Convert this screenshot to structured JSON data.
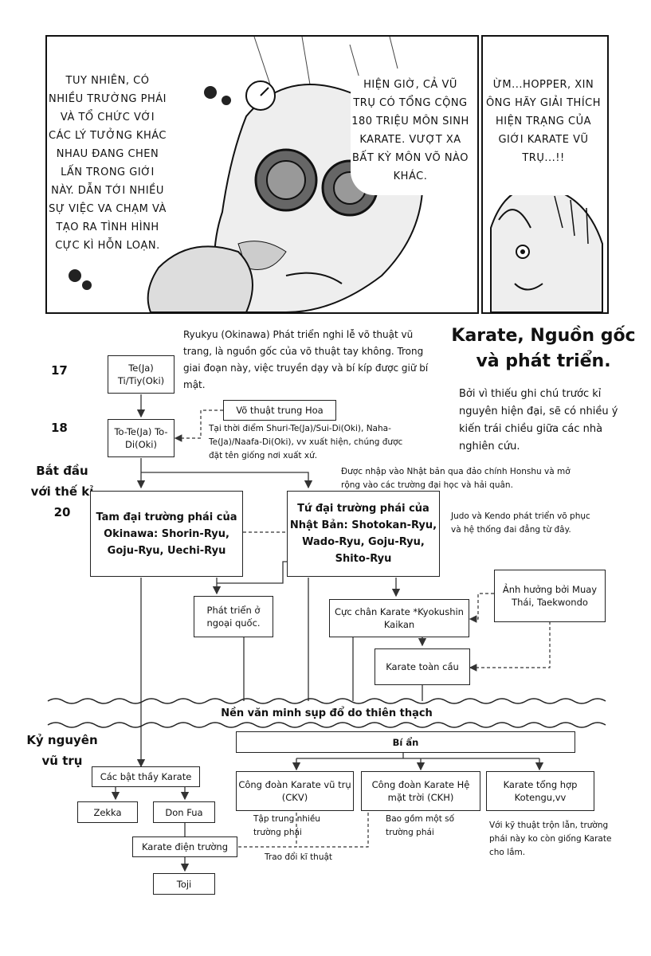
{
  "bubbles": {
    "left": "TUY NHIÊN, CÓ NHIỀU TRƯỜNG PHÁI VÀ TỔ CHỨC VỚI CÁC LÝ TƯỞNG KHÁC NHAU ĐANG CHEN LẤN TRONG GIỚI NÀY. DẪN TỚI NHIỀU SỰ VIỆC VA CHẠM VÀ TẠO RA TÌNH HÌNH CỰC KÌ HỖN LOẠN.",
    "middle": "HIỆN GIỜ, CẢ VŨ TRỤ CÓ TỔNG CỘNG 180 TRIỆU MÔN SINH KARATE. VƯỢT XA BẤT KỲ MÔN VÕ NÀO KHÁC.",
    "right": "ỪM...HOPPER, XIN ÔNG HÃY GIẢI THÍCH HIỆN TRẠNG CỦA GIỚI KARATE VŨ TRỤ...!!"
  },
  "chart": {
    "title": "Karate, Nguồn gốc và phát triển.",
    "subtitle": "Bởi vì thiếu ghi chú trước kỉ nguyên hiện đại, sẽ có nhiều ý kiến trái chiều giữa các nhà nghiên cứu.",
    "labels": {
      "c17": "17",
      "c18": "18",
      "c20": "Bắt đầu với thế kỉ 20",
      "space": "Kỷ nguyên vũ trụ"
    },
    "notes": {
      "ryukyu": "Ryukyu (Okinawa) Phát triển nghi lễ võ thuật vũ trang, là nguồn gốc của võ thuật tay không. Trong giai đoạn này, việc truyền dạy và bí kíp được giữ bí mật.",
      "naming": "Tại thời điểm Shuri-Te(Ja)/Sui-Di(Oki), Naha-Te(Ja)/Naafa-Di(Oki), vv xuất hiện, chúng được đặt tên giống nơi xuất xứ.",
      "honshu": "Được nhập vào Nhật bản qua đảo chính Honshu và mở rộng vào các trường đại học và hải quân.",
      "judo": "Judo và Kendo phát triển võ phục và hệ thống đai đẳng từ đây.",
      "collapse": "Nền văn minh sụp đổ do thiên thạch",
      "ckv_note": "Tập trung nhiều trường phái",
      "ckh_note": "Bao gồm một số trường phái",
      "exchange": "Trao đổi kĩ thuật",
      "kotengu_note": "Với kỹ thuật trộn lẫn, trường phái này ko còn giống Karate cho lắm."
    },
    "boxes": {
      "te": "Te(Ja) Ti/Tiy(Oki)",
      "tote": "To-Te(Ja) To-Di(Oki)",
      "chinese": "Võ thuật trung Hoa",
      "okinawa3": "Tam đại trường phái của Okinawa: Shorin-Ryu, Goju-Ryu, Uechi-Ryu",
      "japan4": "Tứ đại trường phái của Nhật Bản: Shotokan-Ryu, Wado-Ryu, Goju-Ryu, Shito-Ryu",
      "abroad": "Phát triển ở ngoại quốc.",
      "kyokushin": "Cực chân Karate *Kyokushin Kaikan",
      "muaythai": "Ảnh hưởng bởi Muay Thái, Taekwondo",
      "global": "Karate toàn cầu",
      "mystery": "Bí ẩn",
      "ckv": "Công đoàn Karate vũ trụ (CKV)",
      "ckh": "Công đoàn Karate Hệ mặt trời (CKH)",
      "kotengu": "Karate tổng hợp Kotengu,vv",
      "masters": "Các bật thầy Karate",
      "zekka": "Zekka",
      "donfua": "Don Fua",
      "battlefield": "Karate điện trường",
      "toji": "Toji"
    }
  }
}
